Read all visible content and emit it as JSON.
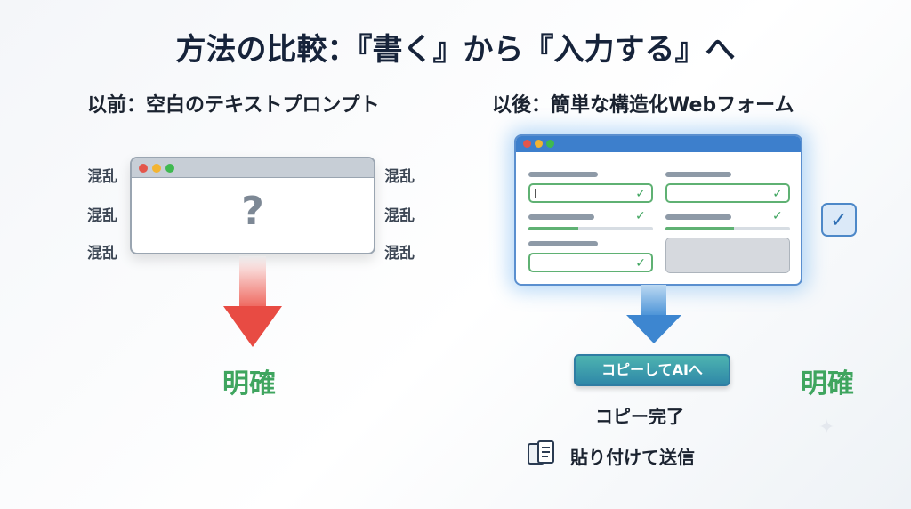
{
  "title": "方法の比較：『書く』から『入力する』へ",
  "left": {
    "heading": "以前：空白のテキストプロンプト",
    "window_symbol": "?",
    "confusion_labels": [
      "混乱",
      "混乱",
      "混乱",
      "混乱",
      "混乱",
      "混乱"
    ],
    "result": "明確"
  },
  "right": {
    "heading": "以後：簡単な構造化Webフォーム",
    "copy_button": "コピーしてAIへ",
    "copied_status": "コピー完了",
    "paste_instruction": "貼り付けて送信",
    "result": "明確",
    "badge_icon": "checkbox-icon"
  },
  "colors": {
    "title": "#16233a",
    "red_arrow": "#e84b43",
    "blue_arrow": "#3d86d0",
    "clear_text": "#3fa55f",
    "form_border": "#5a8fcf",
    "button": "#2f88a8"
  }
}
